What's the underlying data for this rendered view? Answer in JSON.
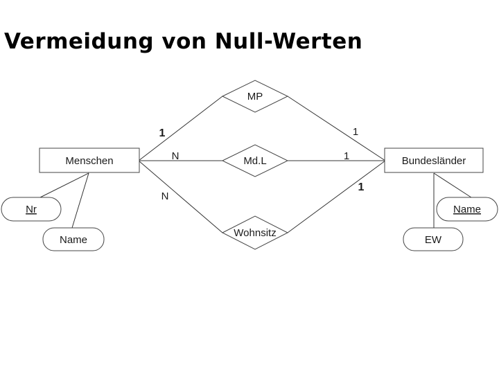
{
  "title": "Vermeidung von Null-Werten",
  "entities": {
    "menschen": "Menschen",
    "bundeslaender": "Bundesländer"
  },
  "relationships": {
    "mp": "MP",
    "mdl": "Md.L",
    "wohnsitz": "Wohnsitz"
  },
  "attributes": {
    "menschen_nr": "Nr",
    "menschen_name": "Name",
    "bundeslaender_name": "Name",
    "bundeslaender_ew": "EW"
  },
  "cardinalities": {
    "mp_menschen": "1",
    "mp_bundeslaender": "1",
    "mdl_menschen": "N",
    "mdl_bundeslaender": "1",
    "wohnsitz_menschen": "N",
    "wohnsitz_bundeslaender": "1"
  }
}
